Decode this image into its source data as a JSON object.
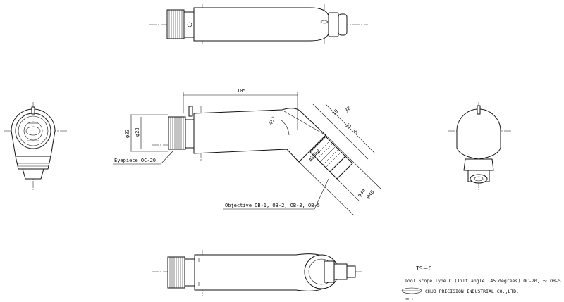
{
  "drawing": {
    "dimensions": {
      "length_105": "105",
      "d33": "φ33",
      "d28": "φ28",
      "angle45": "45°",
      "d19": "19",
      "d38": "38",
      "d15": "15",
      "d5": "5",
      "d30h8": "φ30h8",
      "d34": "φ34",
      "d40": "φ40"
    },
    "callouts": {
      "eyepiece": "Eyepiece OC-20",
      "objective": "Objective OB-1, OB-2, OB-3, OB-5"
    },
    "titleblock": {
      "model": "TS－C",
      "description": "Tool Scope Type C (Tilt angle: 45 degrees) OC-20, ～ OB-5",
      "company": "CHUO PRECISION INDUSTRIAL CO.,LTD.",
      "code": "TMK　i"
    }
  }
}
